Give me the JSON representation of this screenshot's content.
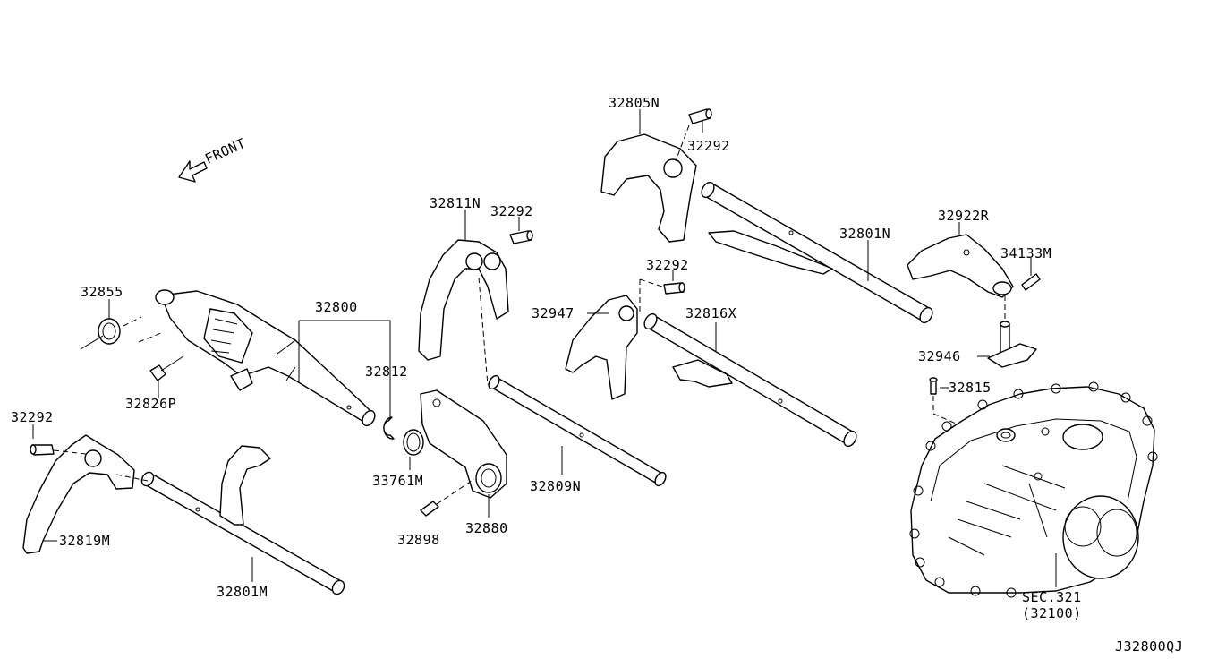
{
  "diagram": {
    "code": "J32800QJ",
    "front_label": "FRONT",
    "labels": {
      "p32805N": "32805N",
      "p32292_top": "32292",
      "p32811N": "32811N",
      "p32292_mid": "32292",
      "p32292_right": "32292",
      "p32922R": "32922R",
      "p32801N": "32801N",
      "p34133M": "34133M",
      "p32855": "32855",
      "p32800": "32800",
      "p32947": "32947",
      "p32816X": "32816X",
      "p32946": "32946",
      "p32812": "32812",
      "p32815": "32815",
      "p32826P": "32826P",
      "p32292_left": "32292",
      "p33761M": "33761M",
      "p32809N": "32809N",
      "p32819M": "32819M",
      "p32880": "32880",
      "p32898": "32898",
      "p32801M": "32801M",
      "sec_321": "SEC.321",
      "sec_321_sub": "(32100)"
    }
  }
}
